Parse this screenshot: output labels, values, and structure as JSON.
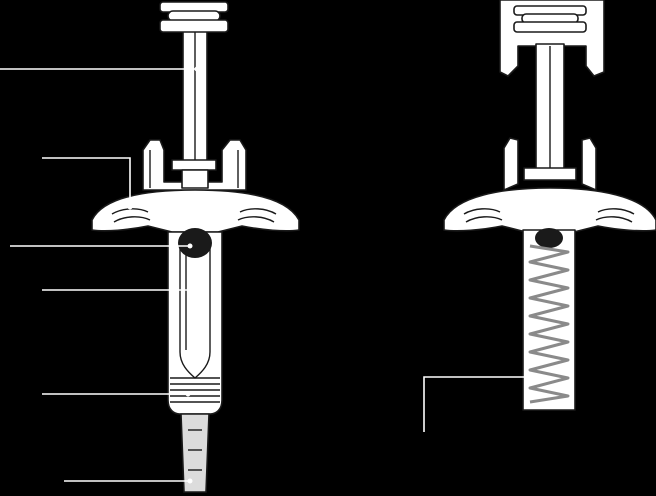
{
  "colors": {
    "background": "#000000",
    "part_fill": "#ffffff",
    "outline": "#1a1a1a",
    "leader_line": "#ffffff",
    "stopper": "#1a1a1a",
    "spring": "#8a8a8a",
    "needle_guard": "#dcdcdc"
  },
  "figures": [
    {
      "id": "syringe-with-plunger",
      "callouts": 6
    },
    {
      "id": "syringe-with-spring-guard",
      "callouts": 1
    }
  ]
}
